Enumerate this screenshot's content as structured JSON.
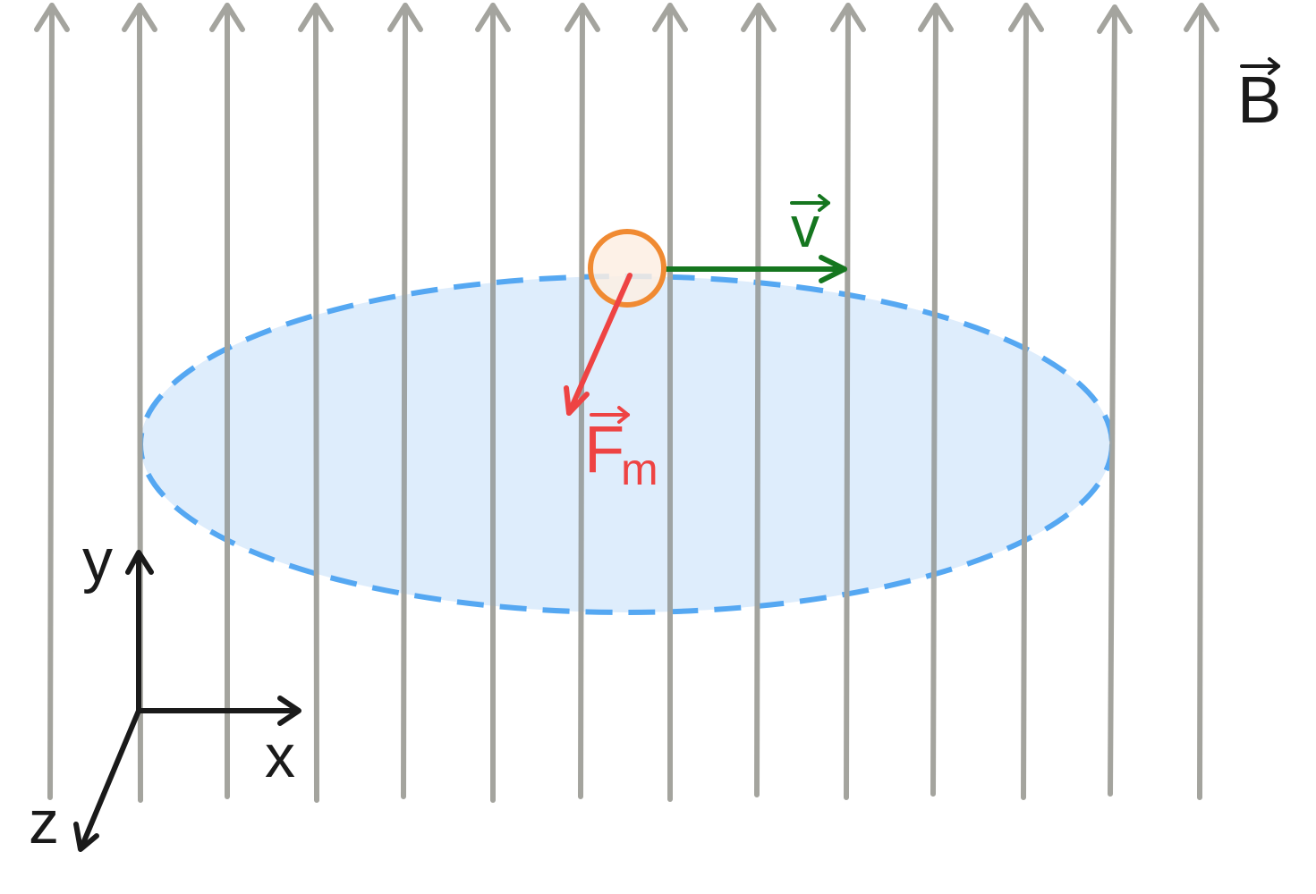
{
  "colors": {
    "field_lines": "#a4a49e",
    "orbit_stroke": "#55a8f2",
    "orbit_fill": "#eaf3fd",
    "particle_stroke": "#f08a32",
    "particle_fill": "#fdeee3",
    "velocity": "#15761f",
    "force": "#ee4343",
    "axes": "#1a1a1a",
    "text": "#1a1a1a"
  },
  "labels": {
    "magnetic_field": "B",
    "velocity": "v",
    "force_main": "F",
    "force_sub": "m",
    "axis_x": "x",
    "axis_y": "y",
    "axis_z": "z"
  }
}
